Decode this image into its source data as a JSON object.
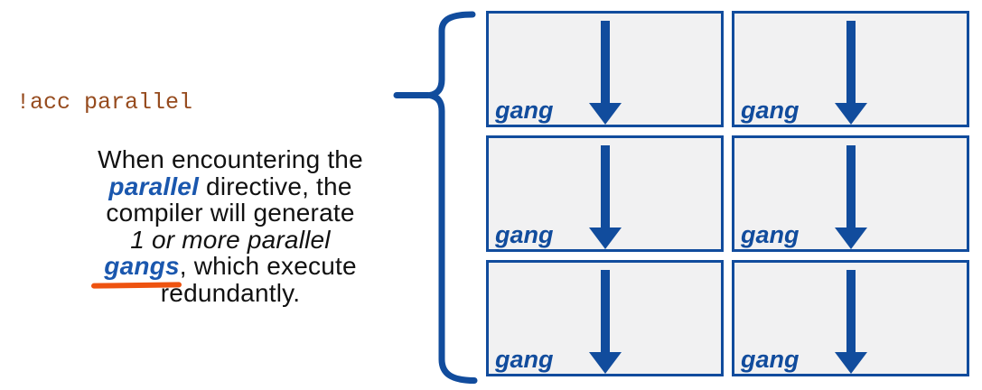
{
  "colors": {
    "shape_blue": "#114C9D",
    "keyword_blue": "#1A57AE",
    "code_brown": "#964B1E",
    "underline_orange": "#EE5310",
    "box_fill": "#F1F1F2",
    "text_black": "#111111",
    "page_bg": "#FFFFFF"
  },
  "code": {
    "text": "!acc parallel"
  },
  "description": {
    "line1": "When encountering the",
    "line2_keyword": "parallel",
    "line2_rest": " directive, the",
    "line3": "compiler will generate",
    "line4": "1 or more parallel",
    "line5_keyword": "gangs",
    "line5_rest": ", which execute",
    "line6": "redundantly."
  },
  "diagram": {
    "brace_icon": "left-curly-brace",
    "arrow_icon": "down-arrow",
    "boxes": [
      {
        "label": "gang"
      },
      {
        "label": "gang"
      },
      {
        "label": "gang"
      },
      {
        "label": "gang"
      },
      {
        "label": "gang"
      },
      {
        "label": "gang"
      }
    ]
  }
}
